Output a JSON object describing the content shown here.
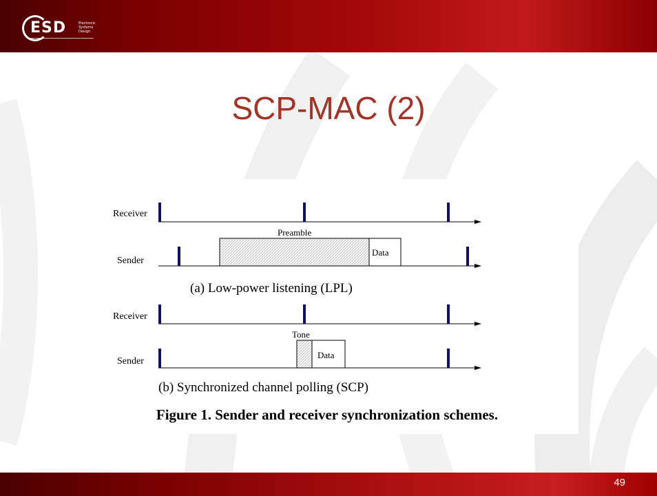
{
  "logo": {
    "text": "ESD",
    "subtext": "Electronic Systems Design"
  },
  "title": "SCP-MAC (2)",
  "figure": {
    "caption": "Figure 1. Sender and receiver synchronization schemes.",
    "lpl": {
      "receiver_label": "Receiver",
      "sender_label": "Sender",
      "preamble_label": "Preamble",
      "data_label": "Data",
      "subcaption": "(a) Low-power listening (LPL)"
    },
    "scp": {
      "receiver_label": "Receiver",
      "sender_label": "Sender",
      "tone_label": "Tone",
      "data_label": "Data",
      "subcaption": "(b) Synchronized channel polling (SCP)"
    }
  },
  "page_number": "49",
  "colors": {
    "header": "#8b0000",
    "title": "#a33227",
    "slot_marker": "#101060"
  }
}
